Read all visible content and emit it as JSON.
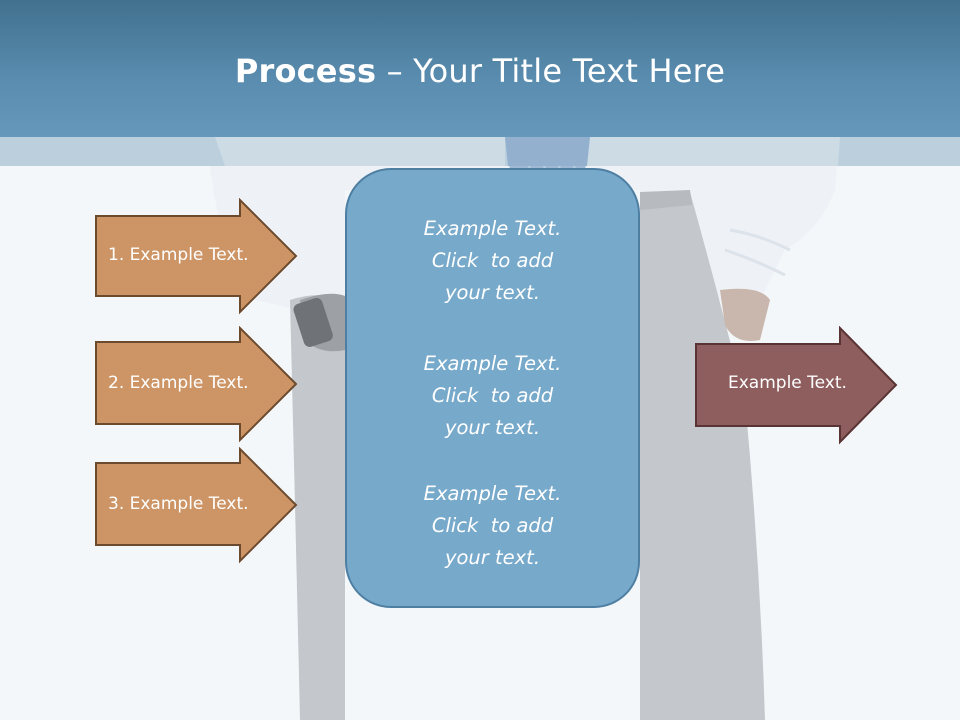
{
  "slide": {
    "title_bold": "Process",
    "title_rest": " – Your Title Text Here"
  },
  "inputs": [
    {
      "label": "1. Example Text."
    },
    {
      "label": "2. Example Text."
    },
    {
      "label": "3. Example Text."
    }
  ],
  "center": {
    "blocks": [
      {
        "lines": [
          "Example Text.",
          "Click  to add",
          "your text."
        ]
      },
      {
        "lines": [
          "Example Text.",
          "Click  to add",
          "your text."
        ]
      },
      {
        "lines": [
          "Example Text.",
          "Click  to add",
          "your text."
        ]
      }
    ]
  },
  "output": {
    "label": "Example Text."
  },
  "colors": {
    "header": "#5a8db0",
    "input_arrow": "#cd9566",
    "center_box": "#77a9cb",
    "output_arrow": "#8e5e5e"
  }
}
